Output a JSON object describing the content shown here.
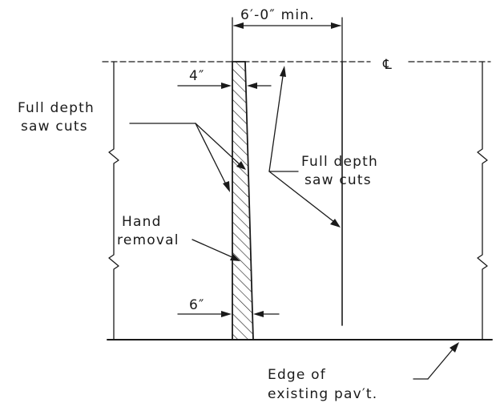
{
  "labels": {
    "width_dim": "6′-0″ min.",
    "centerline_symbol": "℄",
    "top_width": "4″",
    "bottom_width": "6″",
    "saw_cuts_left_line1": "Full depth",
    "saw_cuts_left_line2": "saw cuts",
    "saw_cuts_right_line1": "Full depth",
    "saw_cuts_right_line2": "saw cuts",
    "hand_removal_line1": "Hand",
    "hand_removal_line2": "removal",
    "edge_line1": "Edge of",
    "edge_line2": "existing pav′t."
  },
  "colors": {
    "ink": "#1a1a1a",
    "background": "#ffffff"
  }
}
